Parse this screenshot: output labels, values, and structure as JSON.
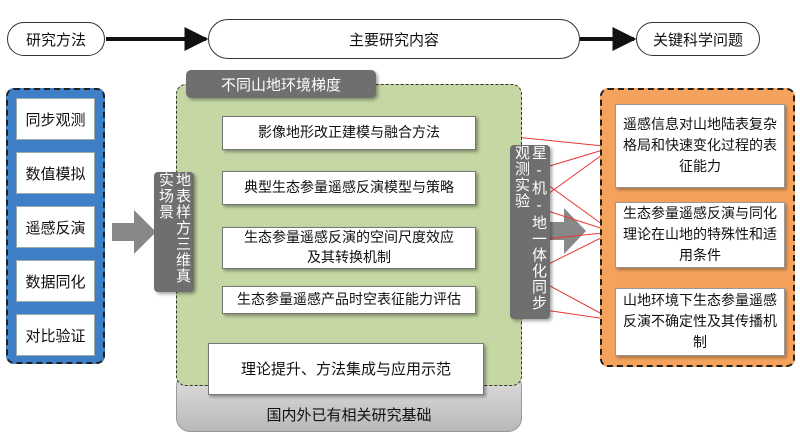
{
  "header": {
    "left": "研究方法",
    "center": "主要研究内容",
    "right": "关键科学问题"
  },
  "methods": [
    "同步观测",
    "数值模拟",
    "遥感反演",
    "数据同化",
    "对比验证"
  ],
  "center_panel": {
    "title": "不同山地环境梯度",
    "left_vertical": "地表样方三维真实场景",
    "right_vertical": "星-机-地一体化同步观测实验",
    "boxes": [
      "影像地形改正建模与融合方法",
      "典型生态参量遥感反演模型与策略",
      "生态参量遥感反演的空间尺度效应及其转换机制",
      "生态参量遥感产品时空表征能力评估"
    ]
  },
  "theory": "理论提升、方法集成与应用示范",
  "foundation": "国内外已有相关研究基础",
  "questions": [
    "遥感信息对山地陆表复杂格局和快速变化过程的表征能力",
    "生态参量遥感反演与同化理论在山地的特殊性和适用条件",
    "山地环境下生态参量遥感反演不确定性及其传播机制"
  ]
}
